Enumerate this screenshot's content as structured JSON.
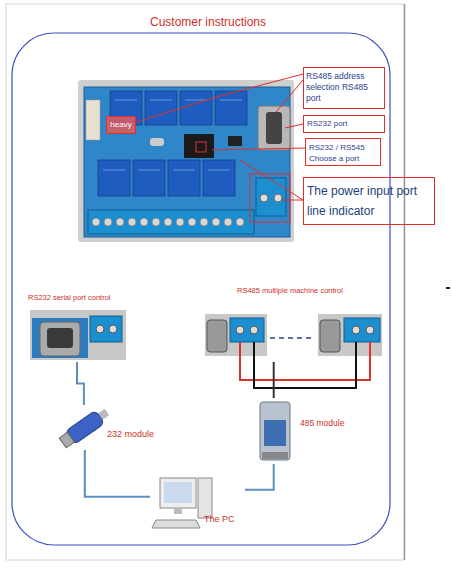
{
  "diagram": {
    "title": "Customer instructions",
    "nodes": [
      {
        "text": [
          "heavy"
        ]
      },
      {
        "text": [
          "RS485 address selection RS485 port"
        ]
      },
      {
        "text": [
          "RS232 port"
        ]
      },
      {
        "text": [
          "RS232 / RS545 Choose a port"
        ]
      },
      {
        "text": [
          "The power input port line indicator"
        ]
      },
      {
        "text": [
          "RS232 serial port control"
        ]
      },
      {
        "text": [
          "RS485 multiple machine control"
        ]
      },
      {
        "text": [
          "232 module"
        ]
      },
      {
        "text": [
          "485 module"
        ]
      },
      {
        "text": [
          "The PC"
        ]
      }
    ],
    "edges": [
      {
        "from": 5,
        "to": 7,
        "arrow": "none"
      },
      {
        "from": 7,
        "to": 9,
        "arrow": "none"
      },
      {
        "from": 9,
        "to": 8,
        "arrow": "none"
      },
      {
        "from": 8,
        "to": 6,
        "arrow": "none"
      }
    ]
  }
}
